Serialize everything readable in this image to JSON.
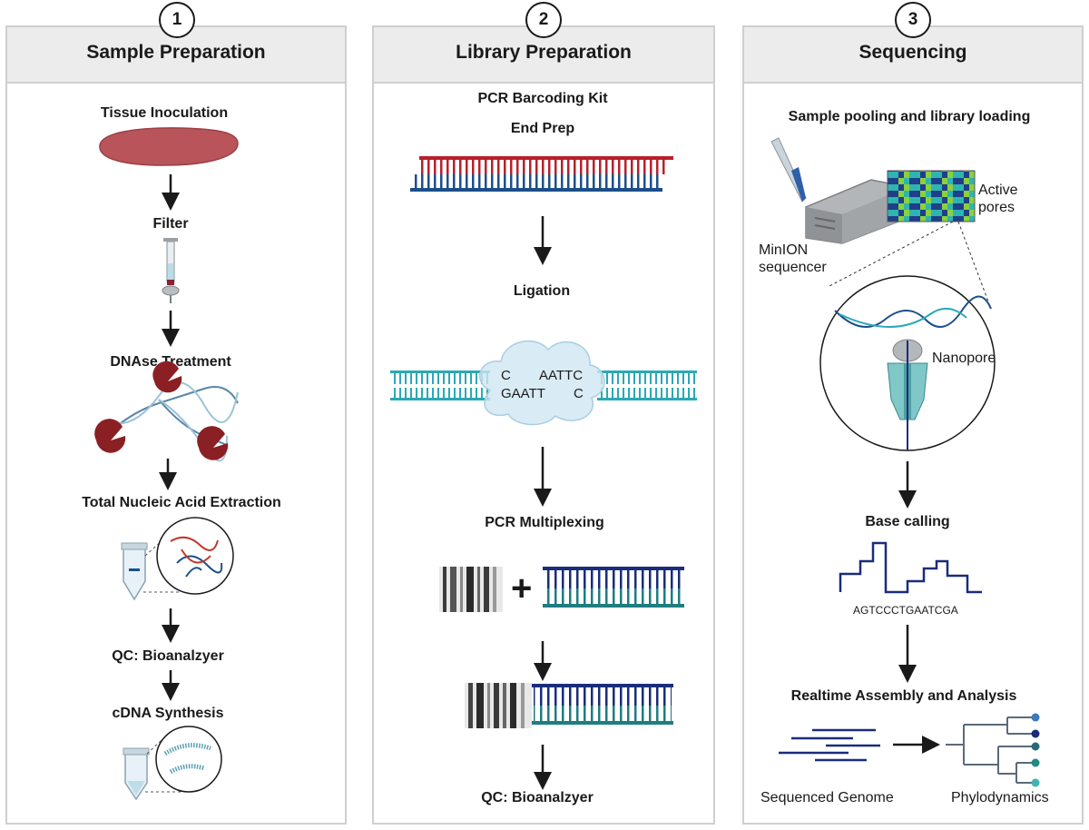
{
  "panels": [
    {
      "number": "1",
      "title": "Sample Preparation"
    },
    {
      "number": "2",
      "title": "Library Preparation"
    },
    {
      "number": "3",
      "title": "Sequencing"
    }
  ],
  "sample_prep": {
    "steps": [
      "Tissue Inoculation",
      "Filter",
      "DNAse Treatment",
      "Total Nucleic Acid Extraction",
      "QC: Bioanalzyer",
      "cDNA Synthesis"
    ]
  },
  "library_prep": {
    "kit": "PCR Barcoding Kit",
    "steps": [
      "End Prep",
      "Ligation",
      "PCR Multiplexing",
      "QC: Bioanalzyer"
    ],
    "ligation_bases": {
      "left_top": "C",
      "left_bottom": "GAATT",
      "right_top": "AATTC",
      "right_bottom": "C"
    },
    "plus_sign": "+"
  },
  "sequencing": {
    "steps": [
      "Sample pooling and library loading",
      "Base calling",
      "Realtime Assembly and Analysis"
    ],
    "active_pores_line1": "Active",
    "active_pores_line2": "pores",
    "minion_line1": "MinION",
    "minion_line2": "sequencer",
    "nanopore": "Nanopore",
    "sequence": "AGTCCCTGAATCGA",
    "genome_label": "Sequenced Genome",
    "phylo_label": "Phylodynamics"
  },
  "colors": {
    "dna_red": "#b8202a",
    "dna_blue": "#1c4f8a",
    "dna_teal": "#2aa9b5",
    "navy": "#1a2c7a",
    "dark_teal": "#1f7d80",
    "tissue": "#b9545a",
    "enzyme": "#8a2024",
    "panel_head": "#ececec",
    "panel_border": "#cfcfcf",
    "grid_navy": "#1f3f8a",
    "grid_lime": "#8bd13b",
    "grid_teal": "#2fb5b0"
  }
}
